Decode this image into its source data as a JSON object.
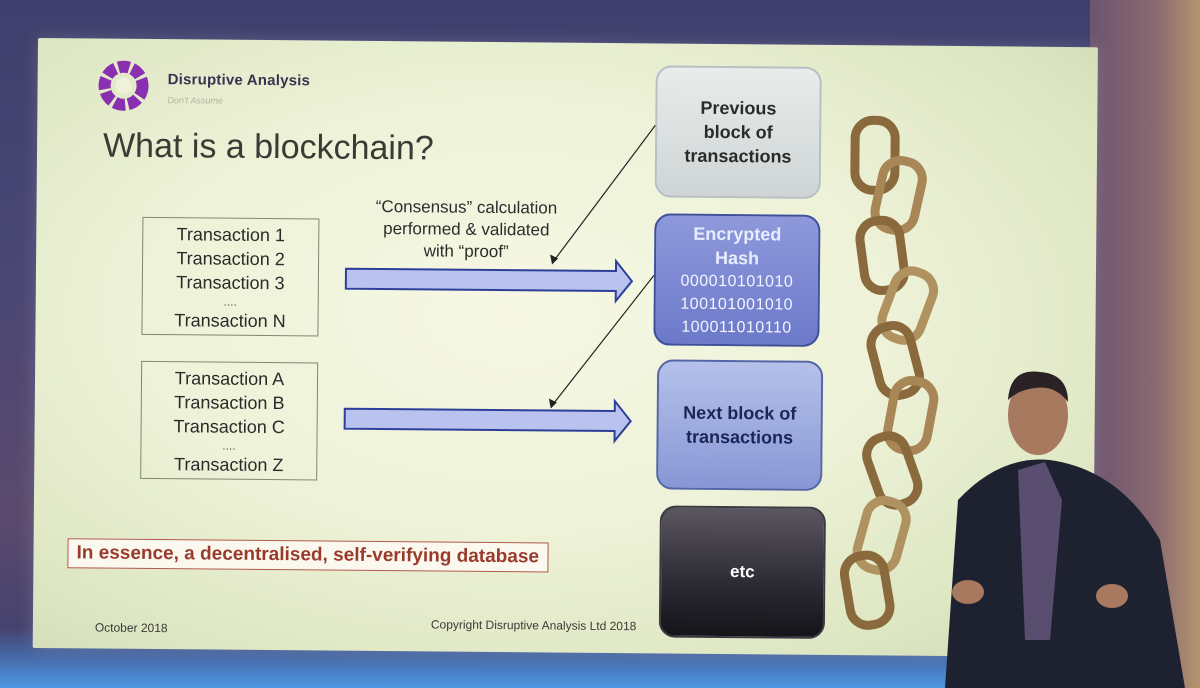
{
  "slide": {
    "brand": "Disruptive Analysis",
    "tagline": "Don't Assume",
    "title": "What is a blockchain?",
    "consensus_lines": [
      "“Consensus” calculation",
      "performed & validated",
      "with “proof”"
    ],
    "tx_group_1": [
      "Transaction 1",
      "Transaction 2",
      "Transaction 3",
      "....",
      "Transaction N"
    ],
    "tx_group_2": [
      "Transaction A",
      "Transaction B",
      "Transaction C",
      "....",
      "Transaction Z"
    ],
    "blocks": {
      "previous": [
        "Previous",
        "block of",
        "transactions"
      ],
      "hash_title": [
        "Encrypted",
        "Hash"
      ],
      "hash_bits": [
        "000010101010",
        "100101001010",
        "100011010110"
      ],
      "next": [
        "Next block of",
        "transactions"
      ],
      "etc": "etc"
    },
    "essence": "In essence, a decentralised, self-verifying database",
    "date": "October 2018",
    "copyright": "Copyright Disruptive Analysis Ltd 2018"
  },
  "colors": {
    "arrow_fill": "#b9c3ee",
    "arrow_stroke": "#2e3f9a",
    "essence_text": "#9a3a2c",
    "hash_block": "#7683cf",
    "logo_purple": "#8a2fb0"
  },
  "icons": [
    "logo-ring-icon",
    "chain-image"
  ]
}
